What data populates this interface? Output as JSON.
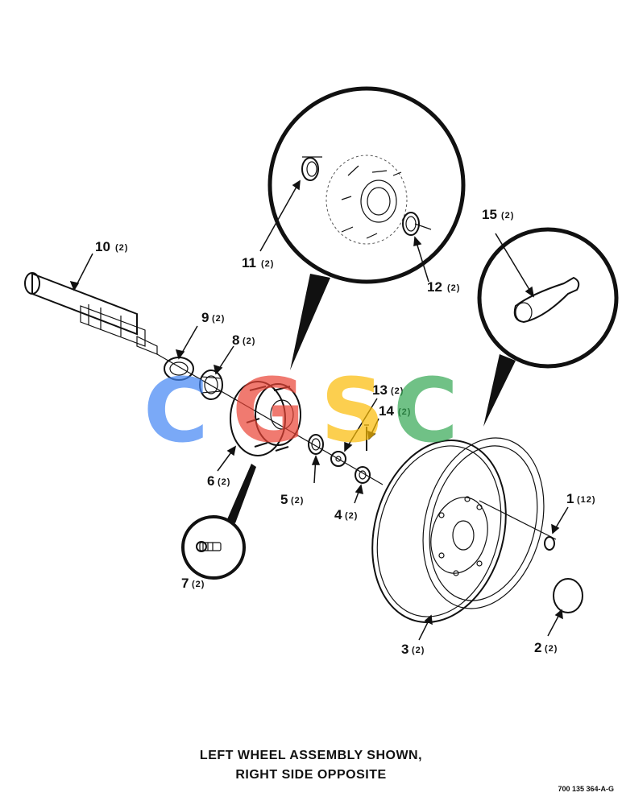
{
  "callouts": [
    {
      "num": "10",
      "qty": "(2)"
    },
    {
      "num": "9",
      "qty": "(2)"
    },
    {
      "num": "8",
      "qty": "(2)"
    },
    {
      "num": "6",
      "qty": "(2)"
    },
    {
      "num": "7",
      "qty": "(2)"
    },
    {
      "num": "5",
      "qty": "(2)"
    },
    {
      "num": "13",
      "qty": "(2)"
    },
    {
      "num": "14",
      "qty": "(2)"
    },
    {
      "num": "4",
      "qty": "(2)"
    },
    {
      "num": "11",
      "qty": "(2)"
    },
    {
      "num": "12",
      "qty": "(2)"
    },
    {
      "num": "15",
      "qty": "(2)"
    },
    {
      "num": "1",
      "qty": "(12)"
    },
    {
      "num": "3",
      "qty": "(2)"
    },
    {
      "num": "2",
      "qty": "(2)"
    }
  ],
  "caption": {
    "line1": "LEFT WHEEL ASSEMBLY SHOWN,",
    "line2": "RIGHT SIDE OPPOSITE"
  },
  "drawing_number": "700 135 364-A-G",
  "watermark": {
    "letters": [
      "C",
      "G",
      "S",
      "C"
    ],
    "colors": [
      "#4285f4",
      "#ea4335",
      "#fbbc05",
      "#34a853"
    ]
  }
}
